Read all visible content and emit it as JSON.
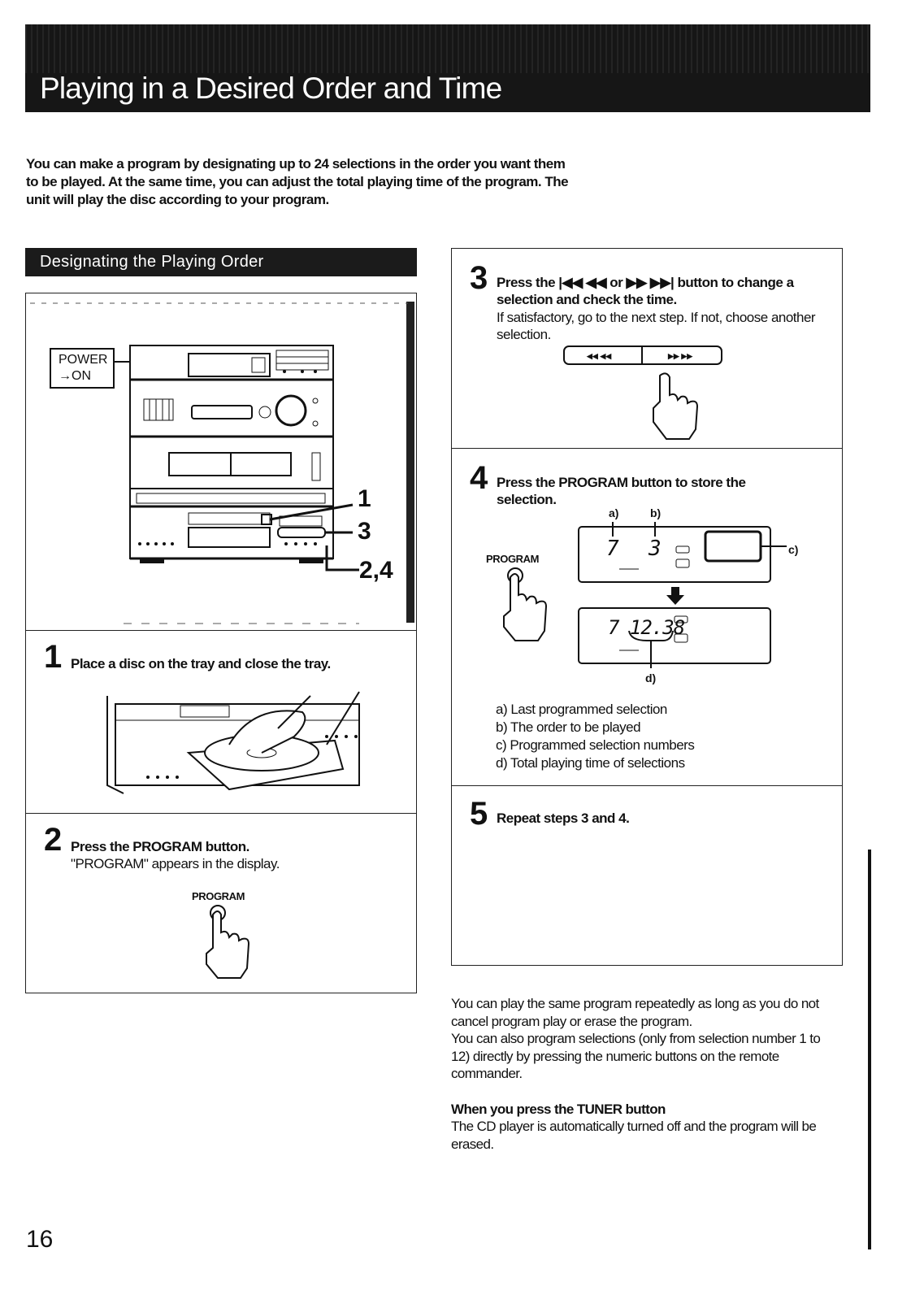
{
  "header": {
    "title": "Playing in a Desired Order and Time"
  },
  "intro": "You can make a program by designating up to 24 selections in the order you want them to be played. At the same time, you can adjust the total playing time of the program. The unit will play the disc according to your program.",
  "section": {
    "title": "Designating the Playing Order"
  },
  "overview": {
    "power_label_1": "POWER",
    "power_label_2": "→ON",
    "callout_1": "1",
    "callout_3": "3",
    "callout_24": "2,4"
  },
  "steps": [
    {
      "num": "1",
      "title": "Place a disc on the tray and close the tray."
    },
    {
      "num": "2",
      "title": "Press the PROGRAM button.",
      "text": "\"PROGRAM\" appears in the display.",
      "button_label": "PROGRAM"
    },
    {
      "num": "3",
      "title_a": "Press the ",
      "title_b": " or ",
      "title_c": " button to change a selection and check the time.",
      "text": "If satisfactory, go to the next step. If not, choose another selection."
    },
    {
      "num": "4",
      "title": "Press the PROGRAM button to store the selection.",
      "button_label": "PROGRAM",
      "display": {
        "label_a": "a)",
        "label_b": "b)",
        "label_c": "c)",
        "label_d": "d)",
        "digit_a": "7",
        "digit_b": "3",
        "time": "7 12.38"
      },
      "legend": [
        "a) Last programmed selection",
        "b) The order to be played",
        "c) Programmed selection numbers",
        "d) Total playing time of selections"
      ]
    },
    {
      "num": "5",
      "title": "Repeat steps 3 and 4."
    }
  ],
  "notes": {
    "para1": "You can play the same program repeatedly as long as you do not cancel program play or erase the program.",
    "para2": "You can also program selections (only from selection number 1 to 12) directly by pressing the numeric buttons on the remote commander.",
    "heading": "When you press the TUNER button",
    "para3": "The CD player is automatically turned off and the program will be erased."
  },
  "page_number": "16"
}
